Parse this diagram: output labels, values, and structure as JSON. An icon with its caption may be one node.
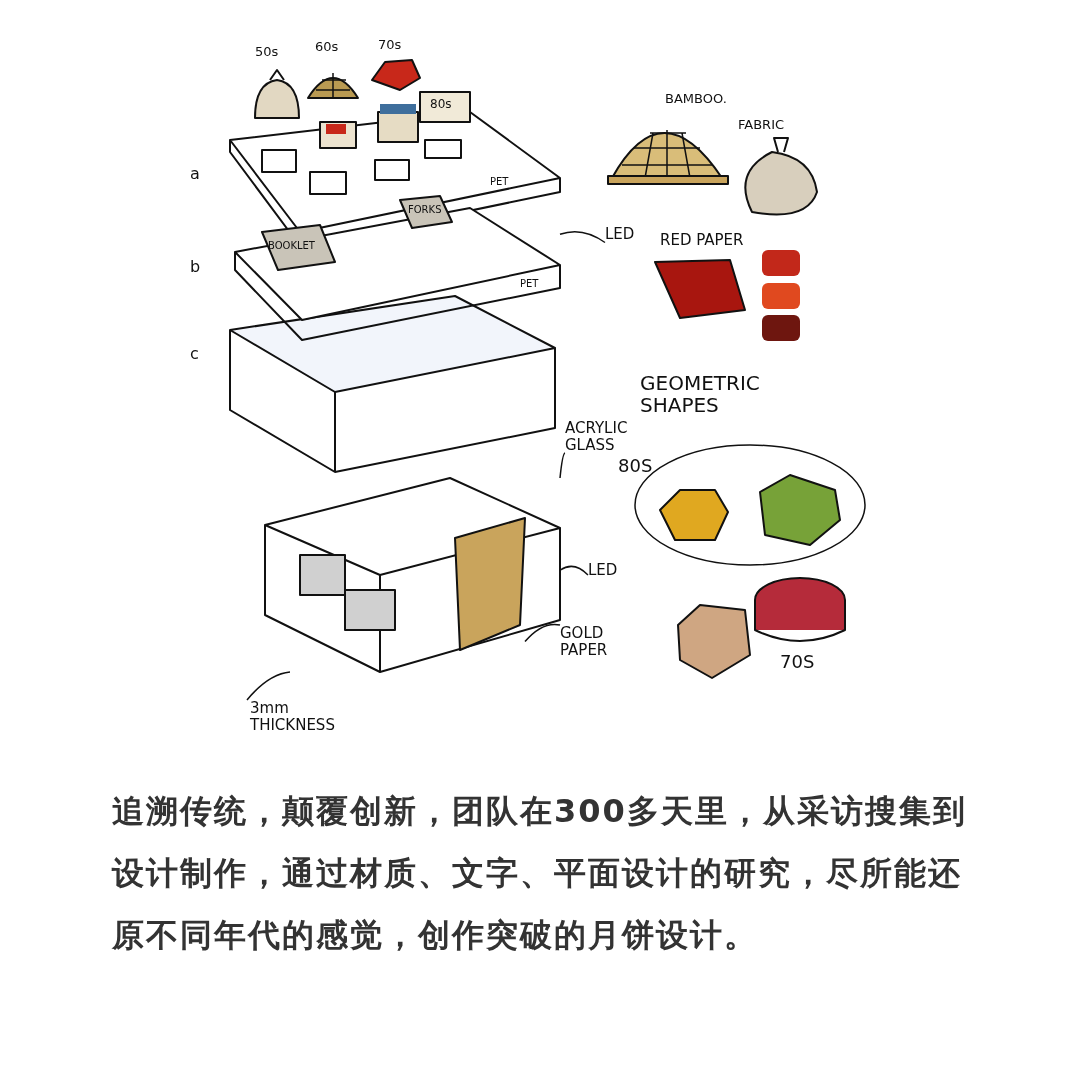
{
  "diagram": {
    "caption": "追溯传统，颠覆创新，团队在300多天里，从采访搜集到设计制作，通过材质、文字、平面设计的研究，尽所能还原不同年代的感觉，创作突破的月饼设计。",
    "nodes": [
      {
        "text": [
          "LED"
        ]
      },
      {
        "text": [],
        "shape": "picture"
      },
      {
        "text": [
          "ACRYLIC GLASS"
        ]
      },
      {
        "text": [],
        "shape": "picture"
      },
      {
        "text": [
          "LED"
        ]
      },
      {
        "text": [
          "GOLD PAPER"
        ]
      },
      {
        "text": [],
        "shape": "picture"
      },
      {
        "text": [
          "3mm THICKNESS"
        ]
      }
    ],
    "edges": [
      {
        "from": 0,
        "to": 1,
        "arrow": "none"
      },
      {
        "from": 2,
        "to": 3,
        "arrow": "none"
      },
      {
        "from": 4,
        "to": 3,
        "arrow": "none"
      },
      {
        "from": 5,
        "to": 6,
        "arrow": "none"
      },
      {
        "from": 7,
        "to": 3,
        "arrow": "none"
      }
    ],
    "labels": [
      "50s",
      "60s",
      "70s",
      "80s",
      "a",
      "b",
      "c",
      "PET",
      "BOOKLET",
      "FORKS",
      "PET",
      "BAMBOO.",
      "FABRIC",
      "RED PAPER",
      "GEOMETRIC SHAPES",
      "80S",
      "70S"
    ]
  }
}
